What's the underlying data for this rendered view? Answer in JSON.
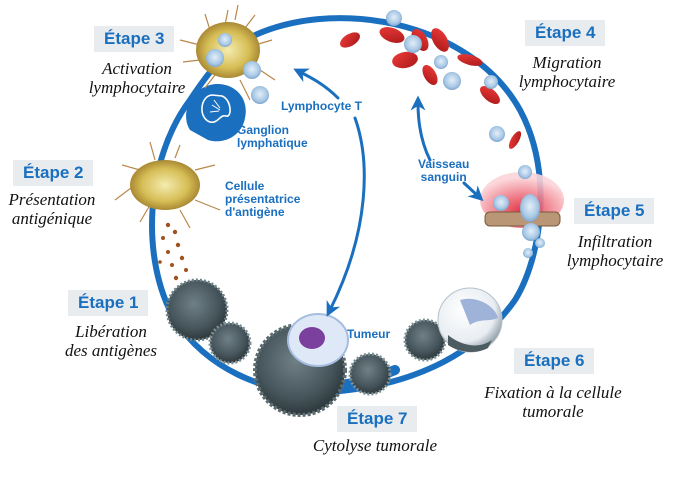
{
  "colors": {
    "accent_blue": "#1a6fbf",
    "badge_bg": "#e9ecef",
    "red_cell": "#d42a2a",
    "tumor_grey": "#4d5c60",
    "apc_yellow": "#d9c24e",
    "lymphocyte_blue": "#a9c9e6",
    "inflammation_red": "#e8485a"
  },
  "steps": [
    {
      "badge": "Étape 1",
      "lines": [
        "Libération",
        "des antigènes"
      ]
    },
    {
      "badge": "Étape 2",
      "lines": [
        "Présentation",
        "antigénique"
      ]
    },
    {
      "badge": "Étape 3",
      "lines": [
        "Activation",
        "lymphocytaire"
      ]
    },
    {
      "badge": "Étape 4",
      "lines": [
        "Migration",
        "lymphocytaire"
      ]
    },
    {
      "badge": "Étape 5",
      "lines": [
        "Infiltration",
        "lymphocytaire"
      ]
    },
    {
      "badge": "Étape 6",
      "lines": [
        "Fixation à la cellule",
        "tumorale"
      ]
    },
    {
      "badge": "Étape 7",
      "lines": [
        "Cytolyse tumorale"
      ]
    }
  ],
  "labels": {
    "lymphocyte_t": "Lymphocyte T",
    "ganglion": [
      "Ganglion",
      "lymphatique"
    ],
    "cellule_presentatrice": [
      "Cellule",
      "présentatrice",
      "d'antigène"
    ],
    "vaisseau": [
      "Vaisseau",
      "sanguin"
    ],
    "tumeur": "Tumeur"
  },
  "icons": {
    "lymph_node": "kidney-shaped-node-icon",
    "red_blood_cell": "red-blood-cell",
    "lymphocyte": "lymphocyte-cell",
    "tumor_cell": "spiky-tumor-cell",
    "apc": "dendritic-cell"
  }
}
